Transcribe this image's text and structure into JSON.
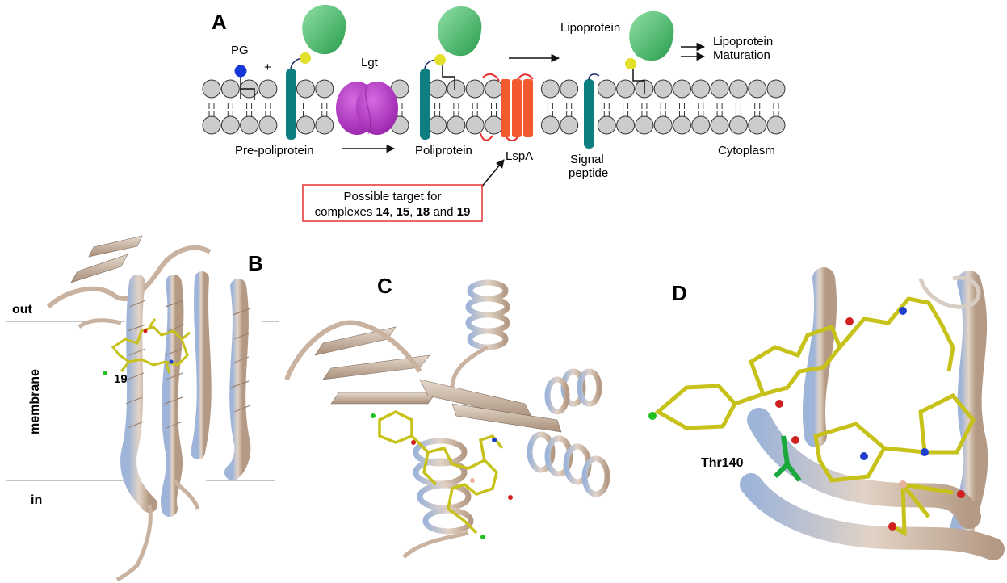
{
  "panel_a": {
    "letter": "A",
    "pg": "PG",
    "plus": "+",
    "lgt": "Lgt",
    "lipoprotein": "Lipoprotein",
    "maturation_line1": "Lipoprotein",
    "maturation_line2": "Maturation",
    "pre_poliprotein": "Pre-poliprotein",
    "poliprotein": "Poliprotein",
    "lspa": "LspA",
    "signal_line1": "Signal",
    "signal_line2": "peptide",
    "cytoplasm": "Cytoplasm",
    "target_box": {
      "line1": "Possible target for",
      "line2_prefix": "complexes ",
      "n1": "14",
      "sep1": ", ",
      "n2": "15",
      "sep2": ", ",
      "n3": "18",
      "and": " and ",
      "n4": "19"
    }
  },
  "panel_b": {
    "letter": "B",
    "out": "out",
    "membrane": "membrane",
    "in": "in",
    "ligand": "19"
  },
  "panel_c": {
    "letter": "C"
  },
  "panel_d": {
    "letter": "D",
    "residue": "Thr140"
  },
  "colors": {
    "membrane_head": "#cccccc",
    "protein_teal": "#0e7f80",
    "lipoprotein_green": "#4cbc6a",
    "yellow_head": "#e2e02a",
    "pg_blue": "#1638d8",
    "lgt_purple": "#b23cc4",
    "lspa_orange": "#f2592e",
    "lspa_red": "#e83030",
    "target_box_border": "#e53030",
    "ribbon_beige": "#c9b29f",
    "ribbon_blue": "#8fa7cf",
    "ligand_yellow": "#c6c21a"
  }
}
